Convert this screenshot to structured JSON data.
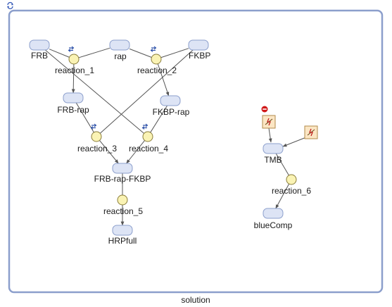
{
  "compartment": {
    "name": "solution",
    "border_color": "#8c9fcc"
  },
  "species": [
    {
      "id": "FRB",
      "label": "FRB"
    },
    {
      "id": "rap",
      "label": "rap"
    },
    {
      "id": "FKBP",
      "label": "FKBP"
    },
    {
      "id": "FRB-rap",
      "label": "FRB-rap"
    },
    {
      "id": "FKBP-rap",
      "label": "FKBP-rap"
    },
    {
      "id": "FRB-rap-FKBP",
      "label": "FRB-rap-FKBP"
    },
    {
      "id": "HRPfull",
      "label": "HRPfull"
    },
    {
      "id": "TMB",
      "label": "TMB"
    },
    {
      "id": "blueComp",
      "label": "blueComp"
    }
  ],
  "reactions": [
    {
      "id": "reaction_1",
      "label": "reaction_1",
      "reversible": true
    },
    {
      "id": "reaction_2",
      "label": "reaction_2",
      "reversible": true
    },
    {
      "id": "reaction_3",
      "label": "reaction_3",
      "reversible": true
    },
    {
      "id": "reaction_4",
      "label": "reaction_4",
      "reversible": true
    },
    {
      "id": "reaction_5",
      "label": "reaction_5",
      "reversible": false
    },
    {
      "id": "reaction_6",
      "label": "reaction_6",
      "reversible": false
    }
  ],
  "colors": {
    "species_fill": "#dde4f5",
    "species_stroke": "#8c9fcc",
    "reaction_fill": "#faf3b4",
    "reaction_stroke": "#8a7d3a",
    "edge": "#555555",
    "event_icon_bg": "#fbe6c4",
    "no_entry_red": "#d01818"
  },
  "icons": {
    "top_left": "reset-arrows-icon",
    "reversible": "reversible-arrows-icon",
    "event": "event-bolt-icon",
    "no_entry": "no-entry-icon"
  }
}
